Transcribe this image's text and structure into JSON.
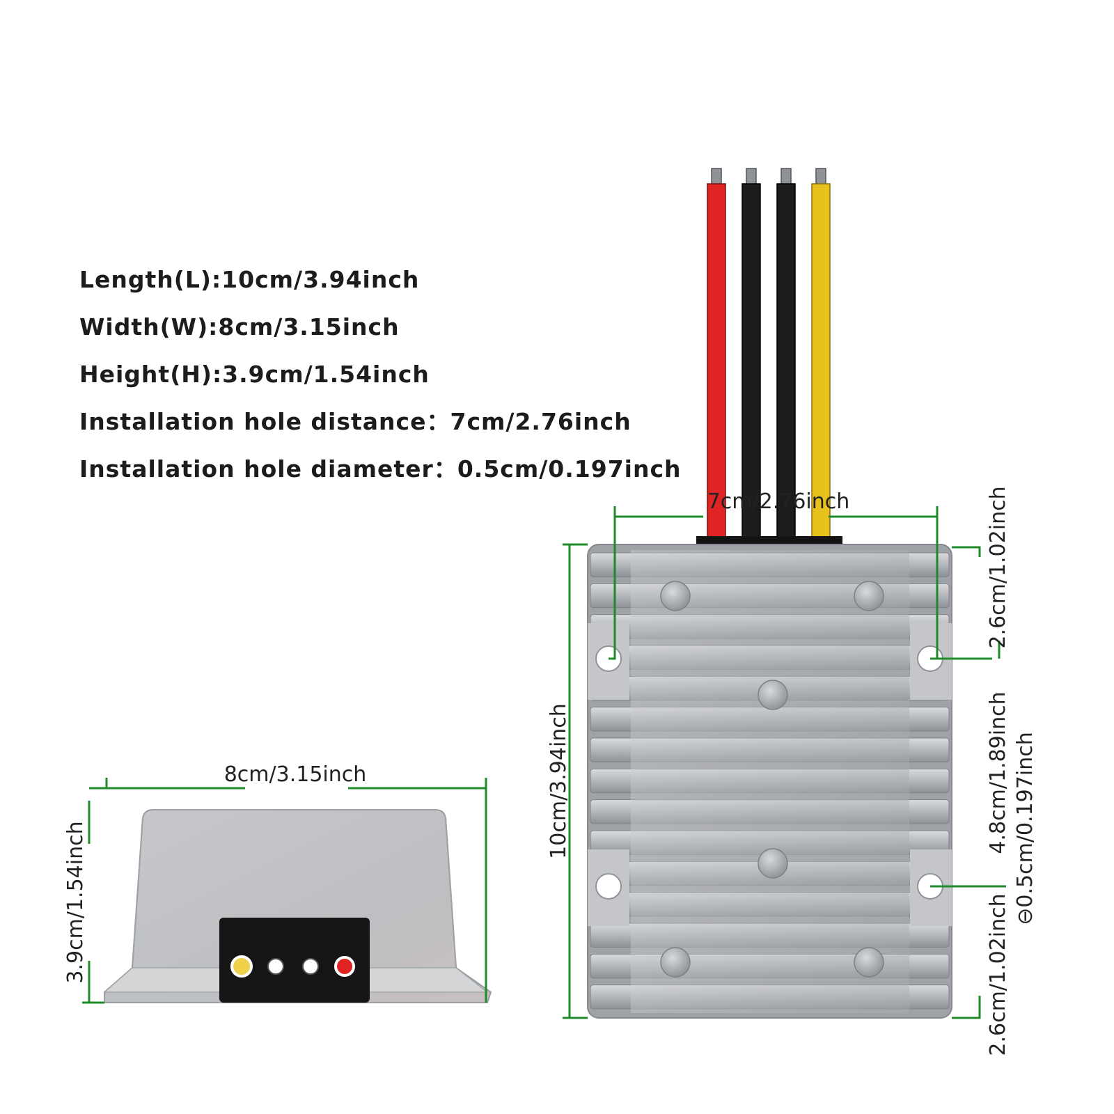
{
  "specs": {
    "length": "Length(L):10cm/3.94inch",
    "width": "Width(W):8cm/3.15inch",
    "height": "Height(H):3.9cm/1.54inch",
    "hole_distance": "Installation hole distance：7cm/2.76inch",
    "hole_diameter": "Installation hole diameter：0.5cm/0.197inch"
  },
  "dimensions": {
    "hole_distance": "7cm/2.76inch",
    "width": "8cm/3.15inch",
    "height": "3.9cm/1.54inch",
    "length": "10cm/3.94inch",
    "top_offset": "2.6cm/1.02inch",
    "middle": "4.8cm/1.89inch",
    "bottom_offset": "2.6cm/1.02inch",
    "hole_diameter": "⊖0.5cm/0.197inch"
  },
  "colors": {
    "dimension_line": "#1f8a2a",
    "wire_red": "#e02424",
    "wire_black": "#1a1a1a",
    "wire_yellow": "#e8c21c",
    "housing": "#b9bcc0"
  }
}
